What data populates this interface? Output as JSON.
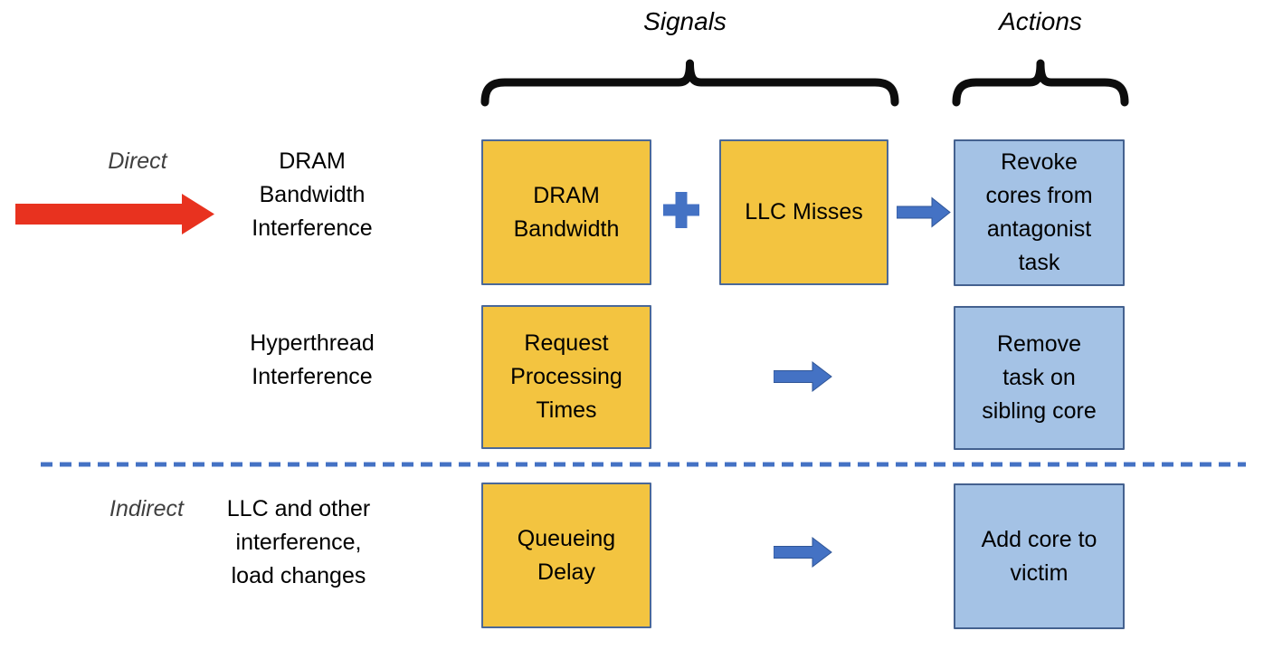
{
  "headers": {
    "signals_label": "Signals",
    "actions_label": "Actions"
  },
  "side_labels": {
    "direct": "Direct",
    "indirect": "Indirect"
  },
  "rows": [
    {
      "interference_lines": [
        "DRAM",
        "Bandwidth",
        "Interference"
      ],
      "signal_boxes": [
        {
          "lines": [
            "DRAM",
            "Bandwidth"
          ]
        },
        {
          "lines": [
            "LLC Misses"
          ]
        }
      ],
      "operator": "+",
      "action_lines": [
        "Revoke",
        "cores from",
        "antagonist",
        "task"
      ]
    },
    {
      "interference_lines": [
        "Hyperthread",
        "Interference"
      ],
      "signal_boxes": [
        {
          "lines": [
            "Request",
            "Processing",
            "Times"
          ]
        }
      ],
      "action_lines": [
        "Remove",
        "task on",
        "sibling core"
      ]
    },
    {
      "interference_lines": [
        "LLC and other",
        "interference,",
        "load changes"
      ],
      "signal_boxes": [
        {
          "lines": [
            "Queueing",
            "Delay"
          ]
        }
      ],
      "action_lines": [
        "Add core to",
        "victim"
      ]
    }
  ],
  "colors": {
    "signal_fill": "#F3C440",
    "signal_border": "#4A6899",
    "action_fill": "#A4C2E5",
    "action_border": "#44618F",
    "connector": "#4472C4",
    "connector_edge": "#2F5597",
    "direct_arrow": "#E8321F",
    "divider": "#4472C4",
    "brace": "#0D0D0D",
    "side_label": "#3F3F3F",
    "text": "#000000"
  }
}
